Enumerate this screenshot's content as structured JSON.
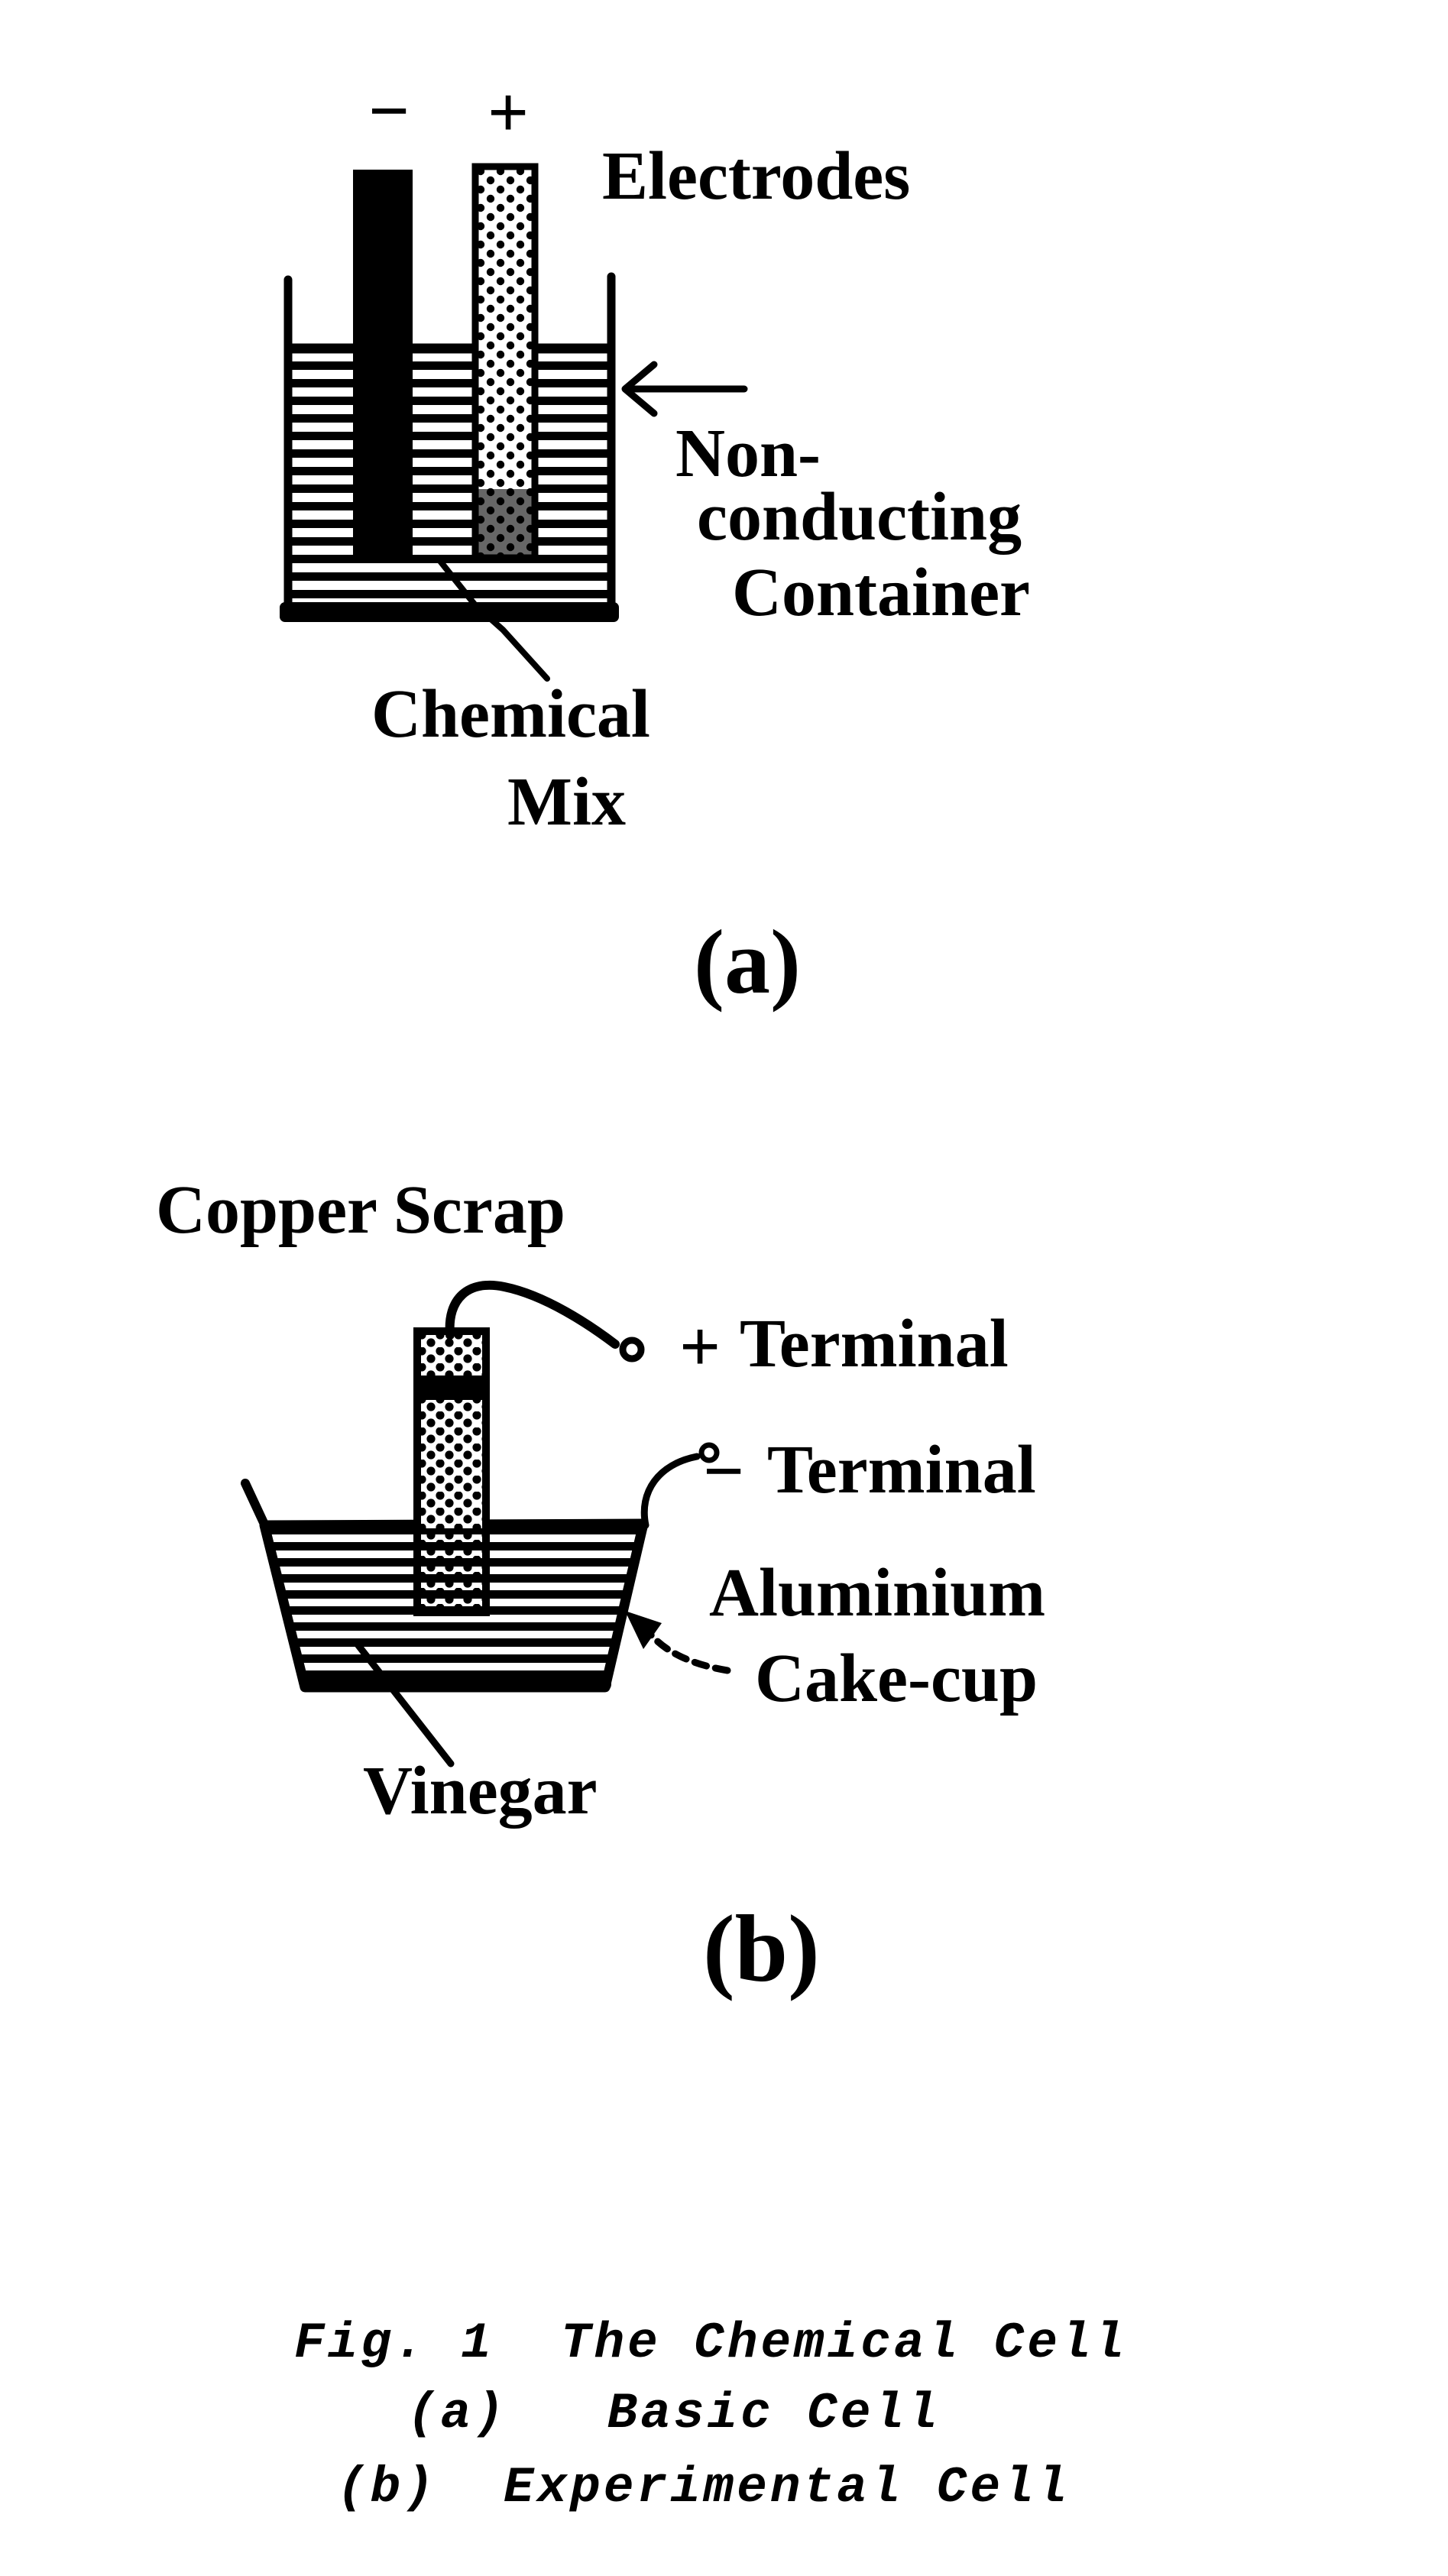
{
  "fig_a": {
    "minus_sign": "−",
    "plus_sign": "+",
    "electrodes_label": "Electrodes",
    "container_label_line1": "Non-",
    "container_label_line2": "conducting",
    "container_label_line3": "Container",
    "mix_label_line1": "Chemical",
    "mix_label_line2": "Mix",
    "tag": "(a)"
  },
  "fig_b": {
    "copper_scrap_label": "Copper Scrap",
    "plus_sign": "+",
    "plus_terminal_label": "Terminal",
    "minus_sign": "−",
    "minus_terminal_label": "Terminal",
    "cup_label_line1": "Aluminium",
    "cup_label_line2": "Cake-cup",
    "vinegar_label": "Vinegar",
    "tag": "(b)"
  },
  "caption": {
    "line1": "Fig. 1  The Chemical Cell",
    "line2": "(a)   Basic Cell",
    "line3": "(b)  Experimental Cell"
  },
  "colors": {
    "ink": "#000000",
    "paper": "#ffffff"
  }
}
